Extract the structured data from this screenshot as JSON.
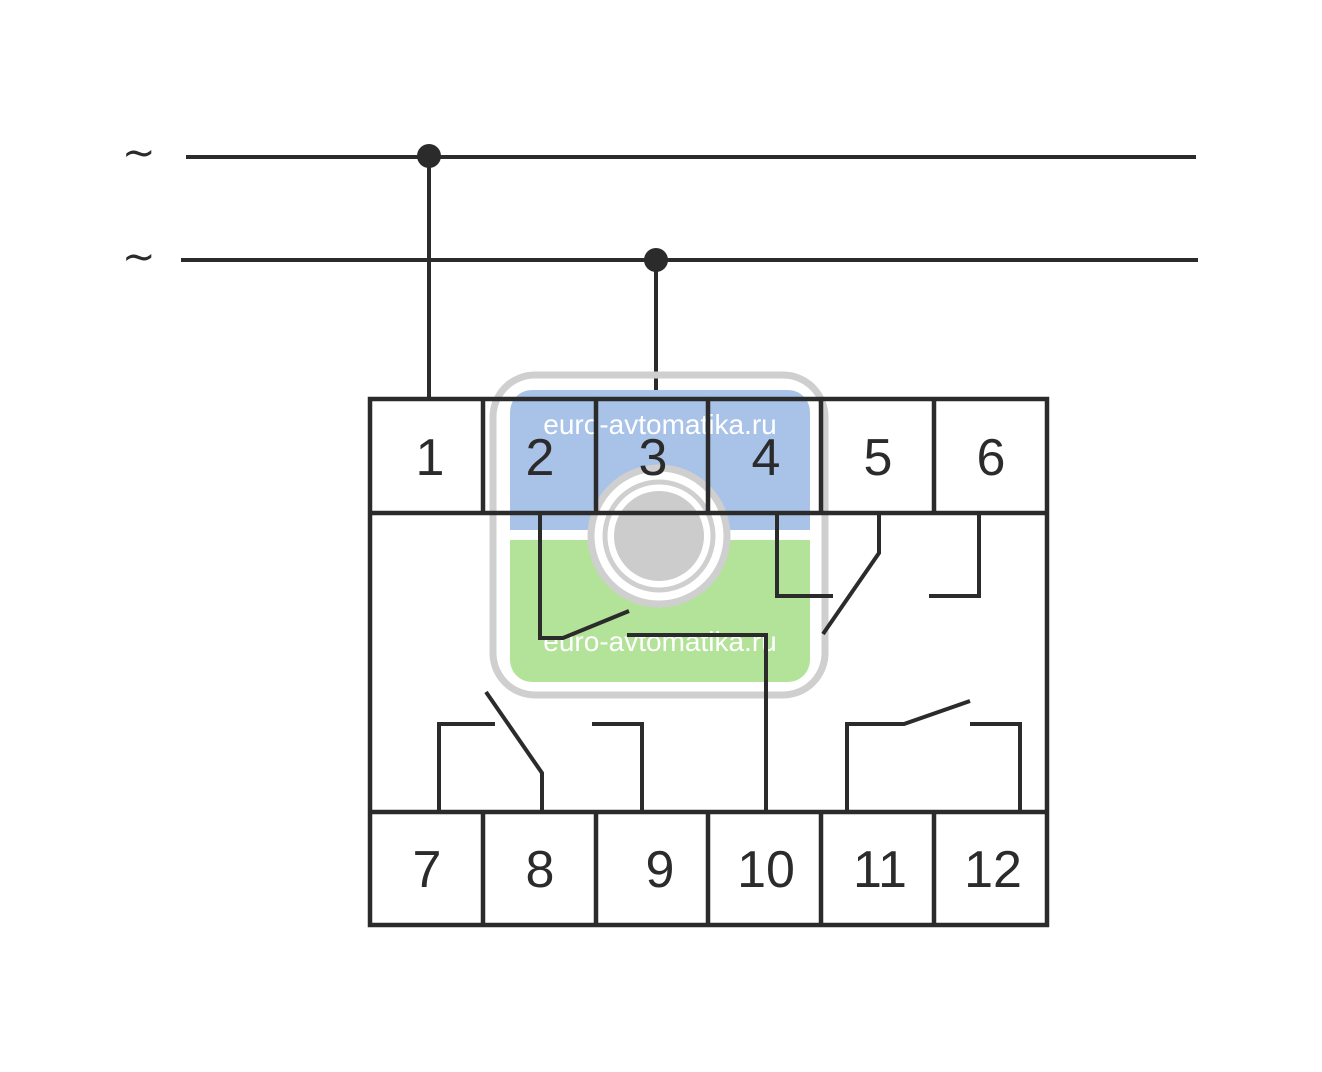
{
  "supply_symbols": [
    "~",
    "~"
  ],
  "terminals_top": [
    "1",
    "2",
    "3",
    "4",
    "5",
    "6"
  ],
  "terminals_bottom": [
    "7",
    "8",
    "9",
    "10",
    "11",
    "12"
  ],
  "watermark": {
    "text_top": "euro-avtomatika.ru",
    "text_bottom": "euro-avtomatika.ru",
    "color_top": "#a9c2e8",
    "color_bottom": "#b3e299",
    "frame_color": "#cfcfcf",
    "center_color": "#cccccc"
  },
  "line_color": "#2b2b2b"
}
